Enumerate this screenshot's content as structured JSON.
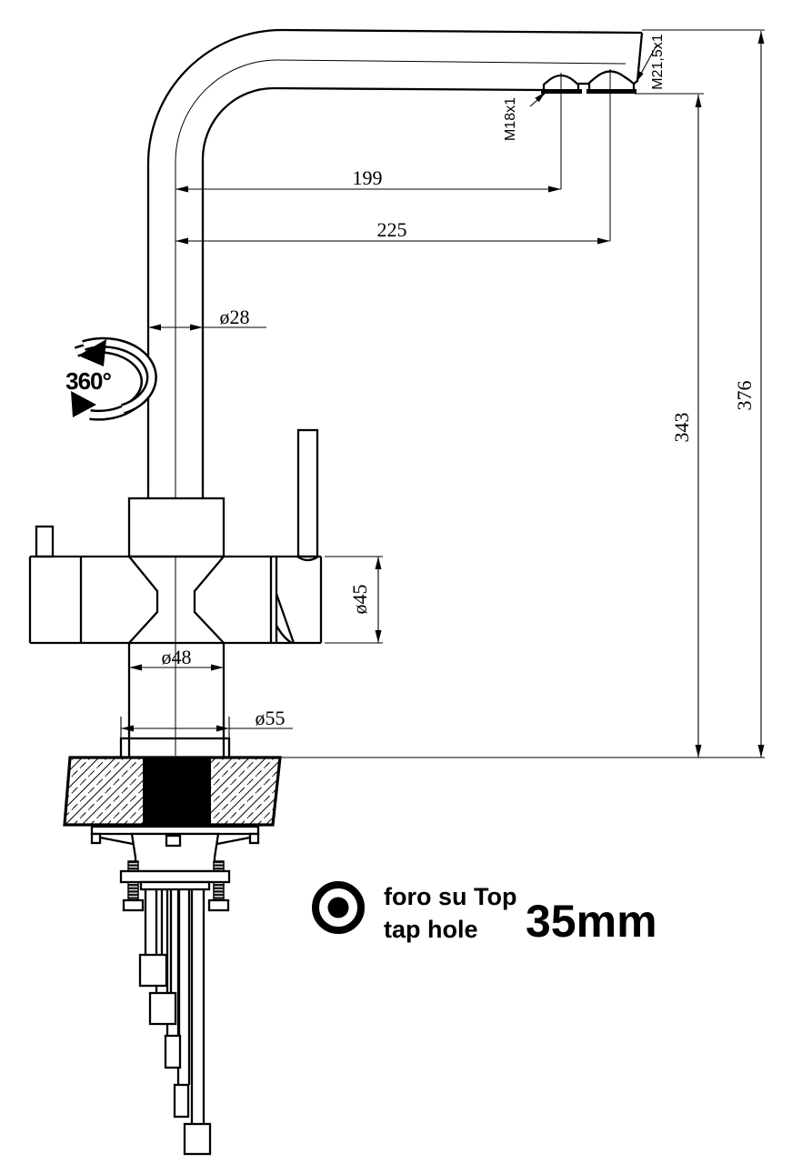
{
  "drawing": {
    "dimensions": {
      "horizontal_199": "199",
      "horizontal_225": "225",
      "height_343": "343",
      "height_376": "376",
      "spout_diameter": "ø28",
      "handle_diameter": "ø45",
      "body_diameter": "ø48",
      "base_diameter": "ø55"
    },
    "threads": {
      "left_aerator": "M18x1",
      "right_aerator": "M21,5x1"
    },
    "rotation_label": "360°",
    "legend": {
      "italian": "foro su Top",
      "english": "tap hole",
      "hole_size": "35mm"
    },
    "colors": {
      "line": "#000000",
      "background": "#ffffff"
    }
  }
}
